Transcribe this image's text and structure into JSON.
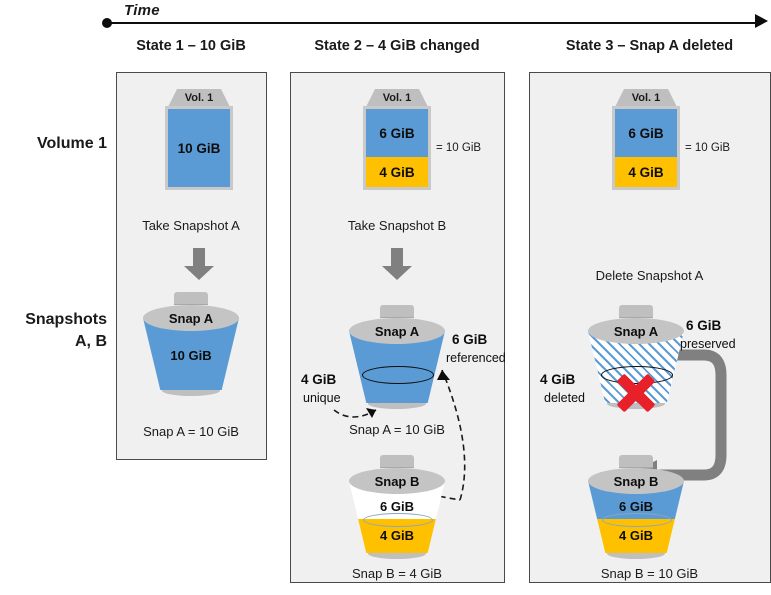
{
  "timeline": {
    "label": "Time",
    "dot": "timeline-start-dot",
    "arrow": "timeline-arrowhead"
  },
  "row_labels": {
    "volume": "Volume 1",
    "snapshots": "Snapshots\nA, B"
  },
  "colors": {
    "panel_fill": "#f0f0f0",
    "panel_border": "#4a4a4a",
    "blue": "#5b9bd5",
    "yellow": "#ffc000",
    "gray": "#808080",
    "lid_gray": "#c4c4c4",
    "red_x": "#e8202a"
  },
  "states": [
    {
      "title": "State 1 – 10 GiB",
      "volume": {
        "tab": "Vol. 1",
        "segments": [
          {
            "label": "10 GiB",
            "color": "blue",
            "height": 90
          }
        ],
        "total_label": ""
      },
      "step_text": "Take Snapshot A",
      "snapshot": {
        "lid": "Snap A",
        "fill_label": "10 GiB",
        "caption": "Snap A = 10 GiB"
      }
    },
    {
      "title": "State 2 – 4 GiB changed",
      "volume": {
        "tab": "Vol. 1",
        "segments": [
          {
            "label": "6 GiB",
            "color": "blue",
            "height": 53
          },
          {
            "label": "4 GiB",
            "color": "yellow",
            "height": 37
          }
        ],
        "total_label": "= 10 GiB"
      },
      "step_text": "Take Snapshot B",
      "snapshot_a": {
        "lid": "Snap A",
        "fill_label": "",
        "caption": "Snap A = 10 GiB"
      },
      "snapshot_b": {
        "lid": "Snap B",
        "top_label": "6 GiB",
        "bottom_label": "4 GiB",
        "caption": "Snap B = 4 GiB"
      },
      "annotations": [
        {
          "big": "4 GiB",
          "small": "unique"
        },
        {
          "big": "6 GiB",
          "small": "referenced"
        }
      ]
    },
    {
      "title": "State 3 – Snap A deleted",
      "volume": {
        "tab": "Vol. 1",
        "segments": [
          {
            "label": "6 GiB",
            "color": "blue",
            "height": 53
          },
          {
            "label": "4 GiB",
            "color": "yellow",
            "height": 37
          }
        ],
        "total_label": "= 10 GiB"
      },
      "step_text": "Delete Snapshot A",
      "snapshot_a": {
        "lid": "Snap A",
        "caption": ""
      },
      "snapshot_b": {
        "lid": "Snap B",
        "top_label": "6 GiB",
        "bottom_label": "4 GiB",
        "caption": "Snap B = 10 GiB"
      },
      "annotations": [
        {
          "big": "4 GiB",
          "small": "deleted"
        },
        {
          "big": "6 GiB",
          "small": "preserved"
        }
      ]
    }
  ]
}
